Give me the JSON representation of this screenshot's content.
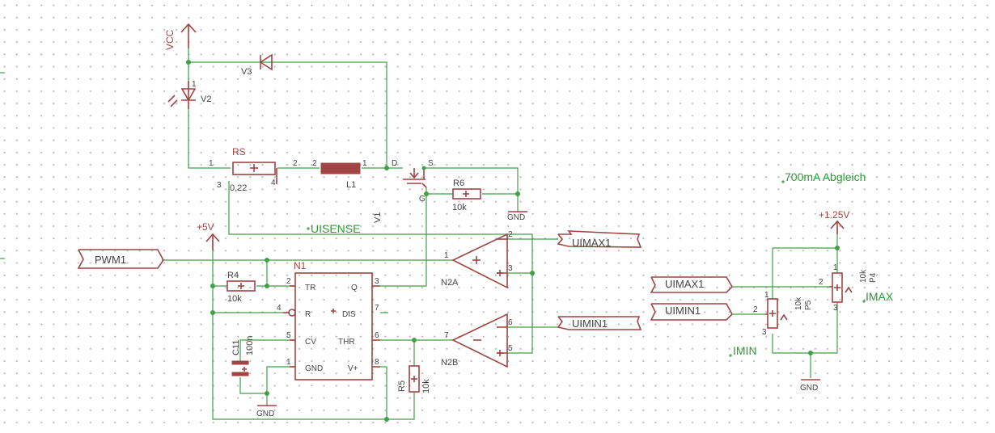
{
  "symbols": {
    "vcc_label": "VCC",
    "plus5v_label": "+5V",
    "plus1v25_label": "+1.25V",
    "gnd_label": "GND"
  },
  "components": {
    "led": {
      "name": "V2"
    },
    "diode": {
      "name": "V3"
    },
    "rs": {
      "name": "RS",
      "value": "0,22"
    },
    "inductor": {
      "name": "L1"
    },
    "mosfet": {
      "name": "V1"
    },
    "r6": {
      "name": "R6",
      "value": "10k"
    },
    "r4": {
      "name": "R4",
      "value": "10k"
    },
    "r5": {
      "name": "R5",
      "value": "10k"
    },
    "c11": {
      "name": "C11",
      "value": "100n"
    },
    "n1": {
      "name": "N1",
      "pin_tr": "TR",
      "pin_r": "R",
      "pin_cv": "CV",
      "pin_gnd": "GND",
      "pin_q": "Q",
      "pin_dis": "DIS",
      "pin_thr": "THR",
      "pin_vplus": "V+"
    },
    "n2a": {
      "name": "N2A"
    },
    "n2b": {
      "name": "N2B"
    },
    "p4": {
      "name": "P4",
      "value": "10k"
    },
    "p5": {
      "name": "P5",
      "value": "10k"
    }
  },
  "ports": {
    "pwm1": "PWM1",
    "uimax1": "UIMAX1",
    "uimin1": "UIMIN1"
  },
  "nets": {
    "usense": "UISENSE"
  },
  "annotations": {
    "calibration": "700mA Abgleich",
    "imax": "IMAX",
    "imin": "IMIN"
  }
}
